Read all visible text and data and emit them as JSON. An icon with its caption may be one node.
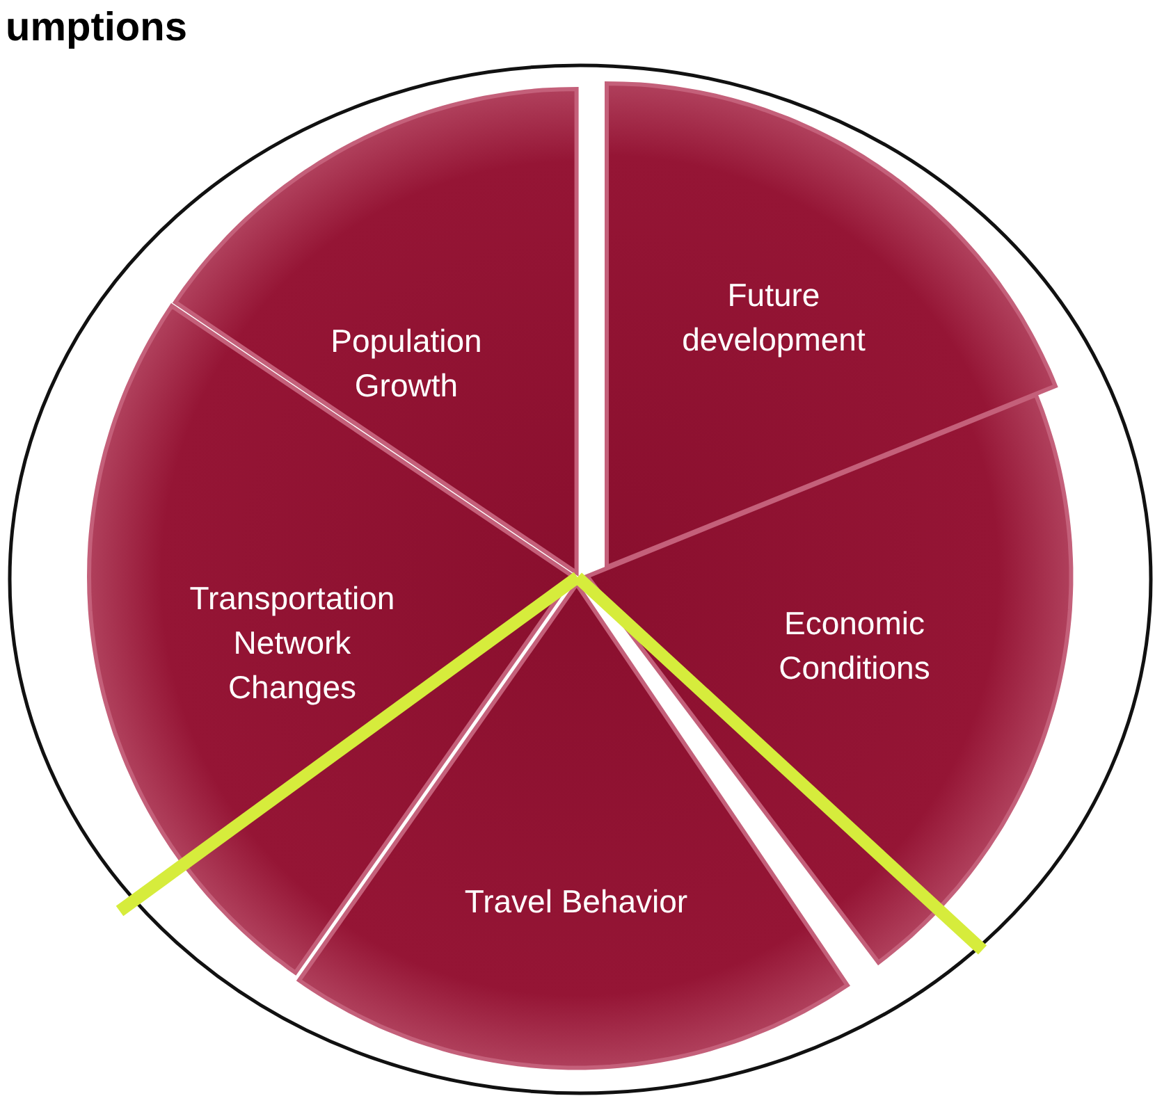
{
  "diagram": {
    "title": "umptions",
    "nodes": [
      {
        "text": [],
        "shape": "circle"
      },
      {
        "text": [
          "Future development"
        ],
        "in": 0
      },
      {
        "text": [
          "Population Growth"
        ],
        "in": 0
      },
      {
        "text": [
          "Transportation Network Changes"
        ],
        "in": 0
      },
      {
        "text": [
          "Economic Conditions"
        ],
        "in": 0
      },
      {
        "text": [
          "Travel Behavior"
        ],
        "in": 0
      }
    ]
  }
}
